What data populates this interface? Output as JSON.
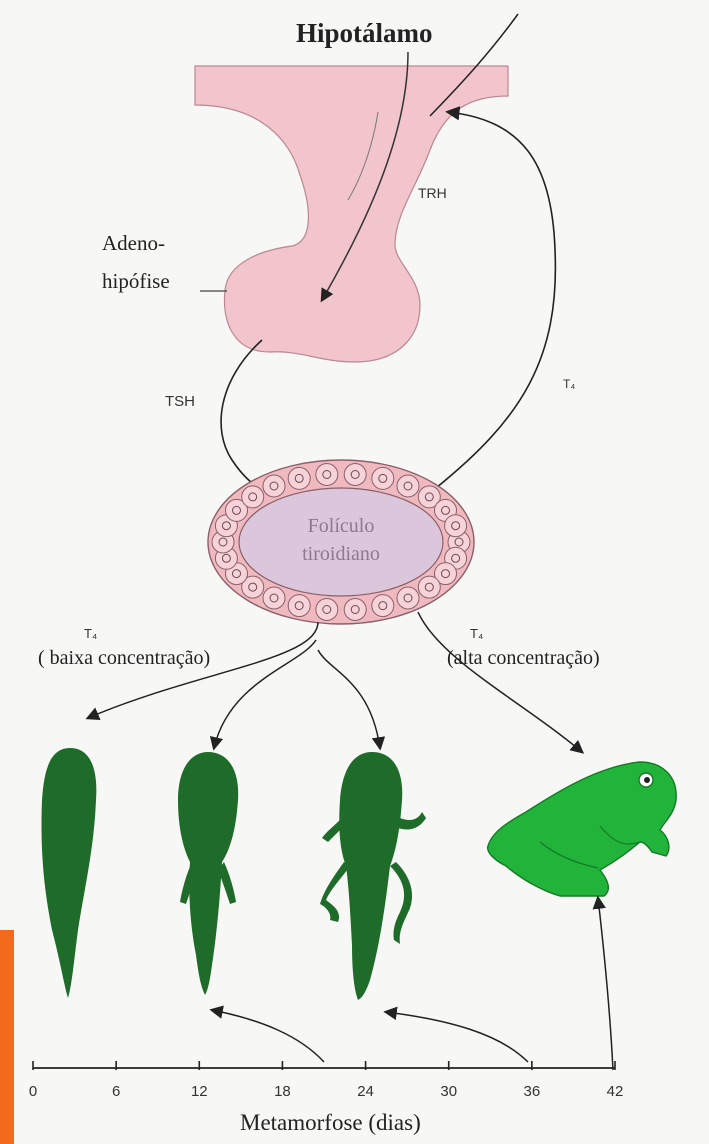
{
  "colors": {
    "pituitary": "#f2c4cc",
    "follicle_cells": "#f0b9c0",
    "follicle_lumen": "#dcc6dc",
    "tadpole": "#1f6b2a",
    "frog": "#22b43a",
    "arrow": "#222222"
  },
  "labels": {
    "hypothalamus": "Hipotálamo",
    "trh": "TRH",
    "adeno_line1": "Adeno-",
    "adeno_line2": "hipófise",
    "tsh": "TSH",
    "t4_feedback": "T₄",
    "follicle_line1": "Folículo",
    "follicle_line2": "tiroidiano",
    "t4_low": "T₄",
    "low_conc": "( baixa concentração)",
    "t4_high": "T₄",
    "high_conc": "(alta concentração)",
    "axis_title": "Metamorfose (dias)"
  },
  "timeline": {
    "ticks": [
      "0",
      "6",
      "12",
      "18",
      "24",
      "30",
      "36",
      "42"
    ]
  },
  "stages": [
    {
      "name": "early tadpole"
    },
    {
      "name": "tadpole with hind legs"
    },
    {
      "name": "tadpole with four legs"
    },
    {
      "name": "adult frog"
    }
  ]
}
